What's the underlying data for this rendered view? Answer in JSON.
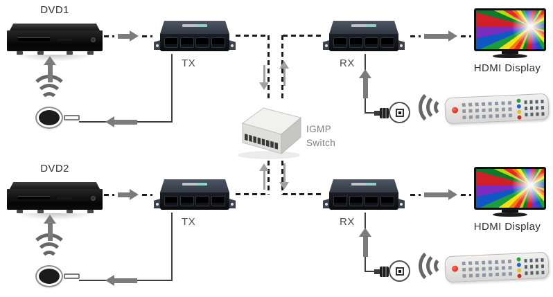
{
  "rows": [
    {
      "source": "DVD1",
      "tx": "TX",
      "rx": "RX",
      "display": "HDMI Display"
    },
    {
      "source": "DVD2",
      "tx": "TX",
      "rx": "RX",
      "display": "HDMI Display"
    }
  ],
  "switch": {
    "label": "IGMP\nSwitch"
  },
  "colors": {
    "arrow": "#7b7b7b",
    "flow": "#a0a0a0",
    "dash": "#1c1c1c",
    "line": "#3f3f3f",
    "label": "#2f2f2f",
    "unitlabel": "#4a4a4a",
    "switchlabel": "#7c7c7c"
  }
}
